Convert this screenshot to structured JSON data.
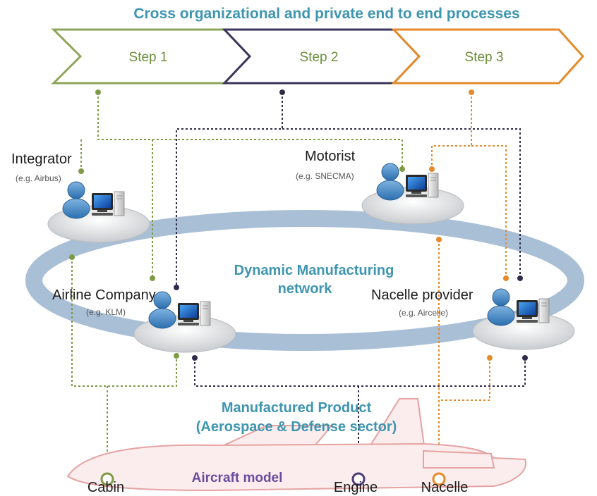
{
  "header": {
    "title": "Cross organizational and private end to end processes"
  },
  "steps": [
    {
      "label": "Step 1",
      "color": "#7f9a45"
    },
    {
      "label": "Step 2",
      "color": "#2f2b4a"
    },
    {
      "label": "Step 3",
      "color": "#e58a2a"
    }
  ],
  "actors": [
    {
      "name": "Integrator",
      "example": "(e.g. Airbus)"
    },
    {
      "name": "Motorist",
      "example": "(e.g. SNECMA)"
    },
    {
      "name": "Airline Company",
      "example": "(e.g. KLM)"
    },
    {
      "name": "Nacelle provider",
      "example": "(e.g. Aircelle)"
    }
  ],
  "network": {
    "line1": "Dynamic Manufacturing",
    "line2": "network"
  },
  "product": {
    "line1": "Manufactured Product",
    "line2": "(Aerospace & Defense sector)"
  },
  "aircraft": {
    "model_label": "Aircraft model",
    "parts": [
      "Cabin",
      "Engine",
      "Nacelle"
    ]
  },
  "colors": {
    "title": "#3e95b0",
    "ring": "#a9bfd6",
    "step1": "#7f9a45",
    "step2": "#2f2b4a",
    "step3": "#e58a2a",
    "aircraft_outline": "#e5a3a3",
    "aircraft_fill": "#fbeded"
  }
}
